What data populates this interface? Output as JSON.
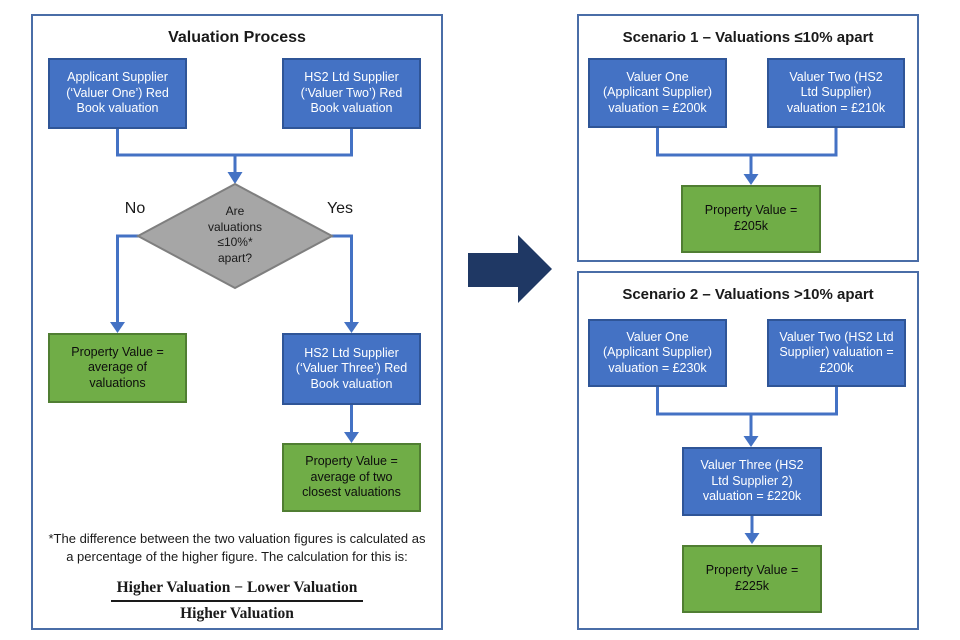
{
  "left": {
    "title": "Valuation Process",
    "box_applicant": "Applicant Supplier (‘Valuer One’) Red Book valuation",
    "box_hs2": "HS2 Ltd Supplier (‘Valuer Two’) Red Book valuation",
    "decision": "Are valuations ≤10%* apart?",
    "label_no": "No",
    "label_yes": "Yes",
    "box_avg": "Property Value = average of valuations",
    "box_valuer_three": "HS2 Ltd Supplier (‘Valuer Three’) Red Book valuation",
    "box_avg_two": "Property Value = average of two closest valuations",
    "footnote": "*The difference between the two valuation figures is calculated as a percentage of the higher figure. The calculation for this is:",
    "formula_numerator": "Higher Valuation − Lower Valuation",
    "formula_denominator": "Higher Valuation"
  },
  "scenario1": {
    "title": "Scenario 1 – Valuations ≤10% apart",
    "box_valuer_one": "Valuer One (Applicant Supplier) valuation = £200k",
    "box_valuer_two": "Valuer Two (HS2 Ltd Supplier) valuation = £210k",
    "box_result": "Property Value = £205k"
  },
  "scenario2": {
    "title": "Scenario 2 – Valuations >10% apart",
    "box_valuer_one": "Valuer One (Applicant Supplier) valuation = £230k",
    "box_valuer_two": "Valuer Two (HS2 Ltd Supplier) valuation = £200k",
    "box_valuer_three": "Valuer Three (HS2 Ltd Supplier 2) valuation = £220k",
    "box_result": "Property Value = £225k"
  },
  "colors": {
    "box_blue": "#4472C4",
    "box_blue_border": "#2F5597",
    "box_green": "#70AD47",
    "box_green_border": "#507E32",
    "diamond_fill": "#A6A6A6",
    "diamond_border": "#7F7F7F",
    "connector": "#4472C4",
    "panel_border": "#4A6DA7",
    "big_arrow": "#1F3864"
  }
}
